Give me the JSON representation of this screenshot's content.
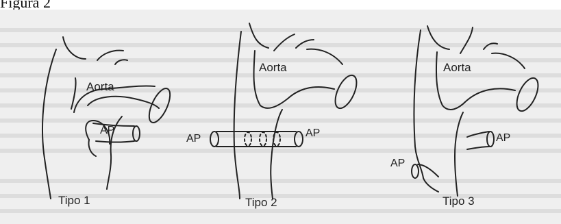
{
  "figure": {
    "caption": "Figura 2",
    "panels": [
      {
        "aorta_label": "Aorta",
        "ap_label": "AP",
        "type_label": "Tipo 1"
      },
      {
        "aorta_label": "Aorta",
        "ap_label_left": "AP",
        "ap_label_right": "AP",
        "type_label": "Tipo 2"
      },
      {
        "aorta_label": "Aorta",
        "ap_label_right": "AP",
        "ap_label_left": "AP",
        "type_label": "Tipo 3"
      }
    ]
  },
  "colors": {
    "ink": "#222222",
    "paper": "#efefef",
    "print_shadow": "#d4d4d4"
  }
}
